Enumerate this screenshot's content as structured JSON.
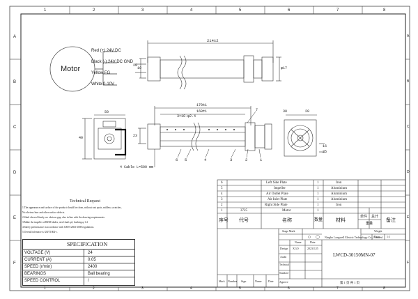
{
  "frame": {
    "col_marks": [
      "1",
      "2",
      "3",
      "4",
      "5",
      "6",
      "7",
      "8"
    ],
    "row_marks": [
      "A",
      "B",
      "C",
      "D",
      "E",
      "F"
    ]
  },
  "motor": {
    "label": "Motor",
    "wires": [
      "Red (+) 24V DC",
      "Black (-) 24V DC GND",
      "Yellow FG",
      "White 0-10V"
    ]
  },
  "dims": {
    "top_length": "214±2",
    "top_h1": "20",
    "top_h2": "10",
    "top_dia": "φ17",
    "front_170": "170±1",
    "front_160": "160±1",
    "front_holes": "3×10-φ2.4",
    "front_7": "7",
    "front_23": "23",
    "left_50": "50",
    "left_40": "40",
    "side_30": "30",
    "side_20": "20",
    "side_16": "16",
    "side_25": "25",
    "cable": "4 Cable L=500 mm",
    "balloons": [
      "6",
      "5",
      "4",
      "3",
      "2",
      "1"
    ]
  },
  "tech": {
    "title": "Technical Request",
    "lines": [
      "1.The appearance and surface of the product should be clean, without rust spots, mildew, scratches,",
      "  No obvious burr and other surface defects.",
      "2.Shaft sleeved firmly, no obvious gap, also in line with the drawing requirements.",
      "3.Make the impeller of88/28 blades, steel shaft φ2, bushing φ 1.4",
      "4.Safety performance in accordance with GB/T12663-2008 regulations.",
      "5.Overall tolerance is GB/T1804-c."
    ]
  },
  "spec": {
    "title": "SPECIFICATION",
    "rows": [
      {
        "label": "VOLTAGE  (V)",
        "value": "24"
      },
      {
        "label": "CURRENT  (A)",
        "value": "0.05"
      },
      {
        "label": "SPEED    (r/min)",
        "value": "2400"
      },
      {
        "label": "BEARINGS",
        "value": "Ball bearing"
      },
      {
        "label": "SPEED CONTROL",
        "value": "/"
      }
    ]
  },
  "bom": {
    "rows": [
      {
        "no": "6",
        "code": "",
        "name": "Left Side Plate",
        "qty": "1",
        "mat": "Iron"
      },
      {
        "no": "5",
        "code": "",
        "name": "Impeller",
        "qty": "1",
        "mat": "Aluminium"
      },
      {
        "no": "4",
        "code": "",
        "name": "Air Outlet Plate",
        "qty": "1",
        "mat": "Aluminium"
      },
      {
        "no": "3",
        "code": "",
        "name": "Air Inlet Plate",
        "qty": "1",
        "mat": "Aluminium"
      },
      {
        "no": "2",
        "code": "",
        "name": "Right Side Plate",
        "qty": "1",
        "mat": "Iron"
      },
      {
        "no": "1",
        "code": "3725",
        "name": "Motor",
        "qty": "1",
        "mat": ""
      }
    ],
    "header": {
      "no": "序号",
      "code": "代号",
      "name": "名称",
      "qty": "数量",
      "mat": "材料",
      "unit": "单件",
      "total": "总计",
      "weight": "重量",
      "note": "备注"
    }
  },
  "title_block": {
    "company": "Ningbo Longwell Electric Technology Co., Limited",
    "drawing_no": "LWCD-30150MN-07",
    "stage_mark": "Stage Mark",
    "weight": "Weight",
    "ratio_label": "Ratio",
    "ratio": "1:1",
    "name_label": "Name",
    "date_label": "Date",
    "design": "Design",
    "designer": "XGO",
    "design_date": "20231125",
    "audit": "Audit",
    "technical": "Technical",
    "standard": "Standard",
    "approve": "Approve",
    "mark": "Mark",
    "number": "Number",
    "sign": "Sign",
    "name2": "Name",
    "date2": "Date",
    "sheet": "第 1 页   共 1 页"
  }
}
